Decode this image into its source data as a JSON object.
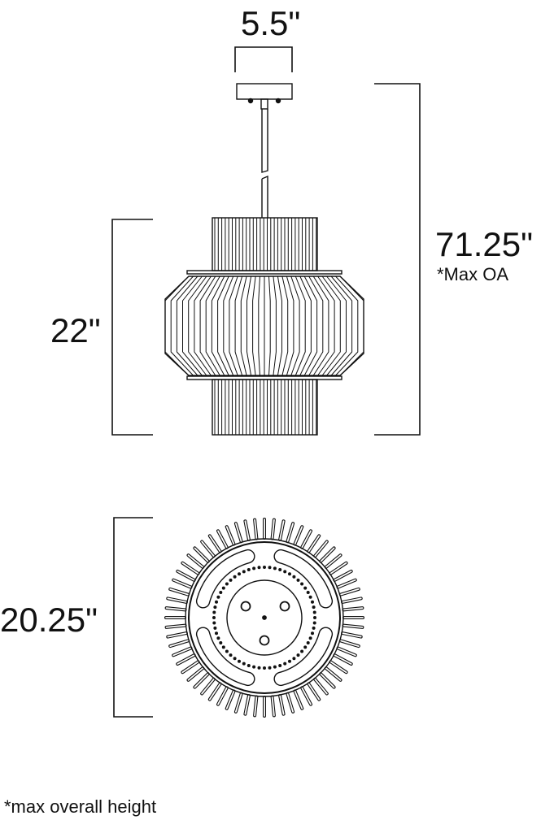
{
  "dimensions": {
    "canopy_width": "5.5\"",
    "fixture_height": "22\"",
    "overall_height": "71.25\"",
    "overall_height_note": "*Max OA",
    "diameter": "20.25\""
  },
  "footnote": "*max overall height",
  "colors": {
    "line": "#111111",
    "background": "#ffffff"
  }
}
